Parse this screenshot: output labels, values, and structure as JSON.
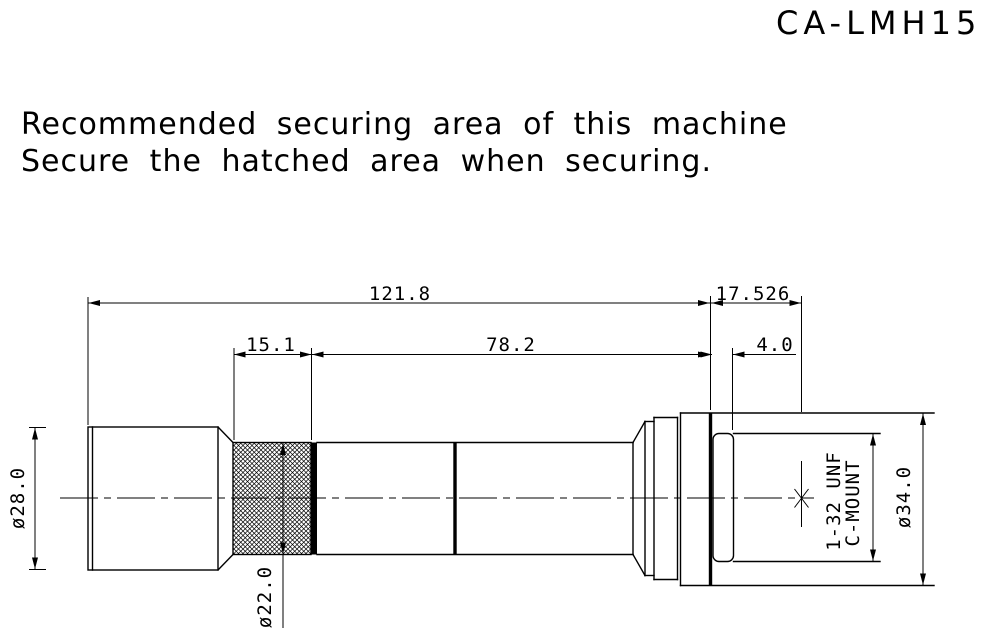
{
  "title": "CA-LMH15",
  "note": {
    "line1": "Recommended securing area of this machine",
    "line2": "Secure the hatched area when securing."
  },
  "dimensions": {
    "overall_length": "121.8",
    "flange_focal_distance": "17.526",
    "securing_area_length": "15.1",
    "mid_section_length": "78.2",
    "thread_length": "4.0",
    "front_diameter": "ø28.0",
    "securing_area_diameter": "ø22.0",
    "rear_diameter": "ø34.0",
    "mount_thread": "1-32 UNF",
    "mount_type": "C-MOUNT"
  },
  "colors": {
    "line": "#000000",
    "background": "#ffffff"
  }
}
